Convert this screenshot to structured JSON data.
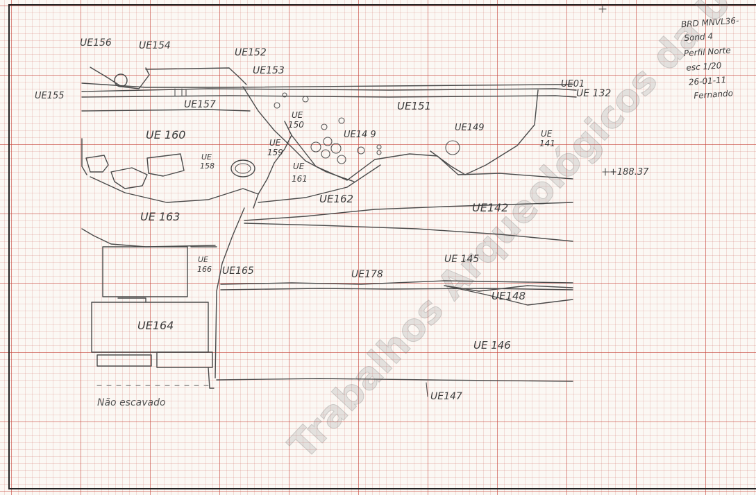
{
  "sheet_header": [
    "BRD MNVL36-",
    "Sond 4",
    "Perfil Norte",
    "esc 1/20",
    "26-01-11",
    "Fernando"
  ],
  "reference": {
    "height_mark": "+188.37"
  },
  "watermark": "Trabalhos Arqueológicos da U.M.",
  "footer_note": "Não escavado",
  "units": [
    {
      "id": "UE156"
    },
    {
      "id": "UE154"
    },
    {
      "id": "UE152"
    },
    {
      "id": "UE153"
    },
    {
      "id": "UE155"
    },
    {
      "id": "UE01"
    },
    {
      "id": "UE132"
    },
    {
      "id": "UE157"
    },
    {
      "id": "UE151"
    },
    {
      "id": "UE160"
    },
    {
      "id": "UE150"
    },
    {
      "id": "UE149a"
    },
    {
      "id": "UE149b"
    },
    {
      "id": "UE141"
    },
    {
      "id": "UE158"
    },
    {
      "id": "UE159"
    },
    {
      "id": "UE161"
    },
    {
      "id": "UE162"
    },
    {
      "id": "UE142"
    },
    {
      "id": "UE163"
    },
    {
      "id": "UE145"
    },
    {
      "id": "UE166"
    },
    {
      "id": "UE165"
    },
    {
      "id": "UE178"
    },
    {
      "id": "UE148"
    },
    {
      "id": "UE164"
    },
    {
      "id": "UE146"
    },
    {
      "id": "UE147"
    }
  ],
  "labels": {
    "ue156": "UE156",
    "ue154": "UE154",
    "ue152": "UE152",
    "ue153": "UE153",
    "ue155": "UE155",
    "ue01": "UE01",
    "ue132": "UE 132",
    "ue157": "UE157",
    "ue151": "UE151",
    "ue160": "UE 160",
    "ue150a": "UE",
    "ue150b": "150",
    "ue149a": "UE14 9",
    "ue149b": "UE149",
    "ue141a": "UE",
    "ue141b": "141",
    "ue158a": "UE",
    "ue158b": "158",
    "ue159a": "UE",
    "ue159b": "159",
    "ue161a": "UE",
    "ue161b": "161",
    "ue162": "UE162",
    "ue142": "UE142",
    "ue163": "UE 163",
    "ue145": "UE 145",
    "ue166a": "UE",
    "ue166b": "166",
    "ue165": "UE165",
    "ue178": "UE178",
    "ue148": "UE148",
    "ue164": "UE164",
    "ue146": "UE 146",
    "ue147": "UE147"
  },
  "colors": {
    "grid": "#c8463c",
    "pencil": "#4a4a4a",
    "paper": "#fbf8f4"
  }
}
